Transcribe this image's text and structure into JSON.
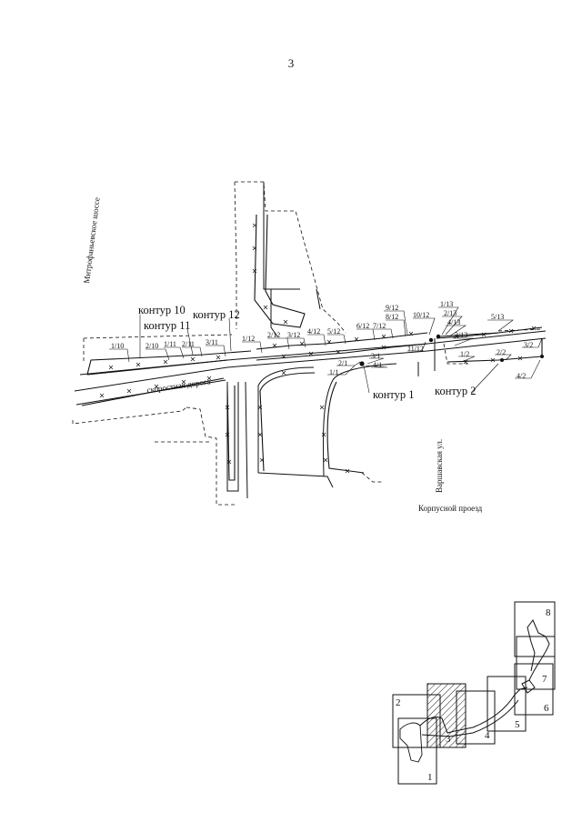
{
  "page_number": "3",
  "streets": {
    "mitrofanievskoe": "Митрофаньевское шоссе",
    "highway": "скоростная дорога",
    "varshavskaya": "Варшавская ул.",
    "korpusnoy": "Корпусной проезд"
  },
  "contours": {
    "c1": "контур 1",
    "c2": "контур 2",
    "c10": "контур 10",
    "c11": "контур 11",
    "c12": "контур 12"
  },
  "points": {
    "p1_10": "1/10",
    "p2_10": "2/10",
    "p1_11": "1/11",
    "p2_11": "2/11",
    "p3_11": "3/11",
    "p1_12": "1/12",
    "p2_12": "2/12",
    "p3_12": "3/12",
    "p4_12": "4/12",
    "p5_12": "5/12",
    "p6_12": "6/12",
    "p7_12": "7/12",
    "p8_12": "8/12",
    "p9_12": "9/12",
    "p10_12": "10/12",
    "p11_12": "11/12",
    "p1_13": "1/13",
    "p2_13": "2/13",
    "p3_13": "3/13",
    "p4_13": "4/13",
    "p5_13": "5/13",
    "p1_1": "1/1",
    "p2_1": "2/1",
    "p3_1": "3/1",
    "p4_1": "4/1",
    "p1_2": "1/2",
    "p2_2": "2/2",
    "p3_2": "3/2",
    "p4_2": "4/2"
  },
  "sheets": [
    "1",
    "2",
    "3",
    "4",
    "5",
    "6",
    "7",
    "8"
  ]
}
